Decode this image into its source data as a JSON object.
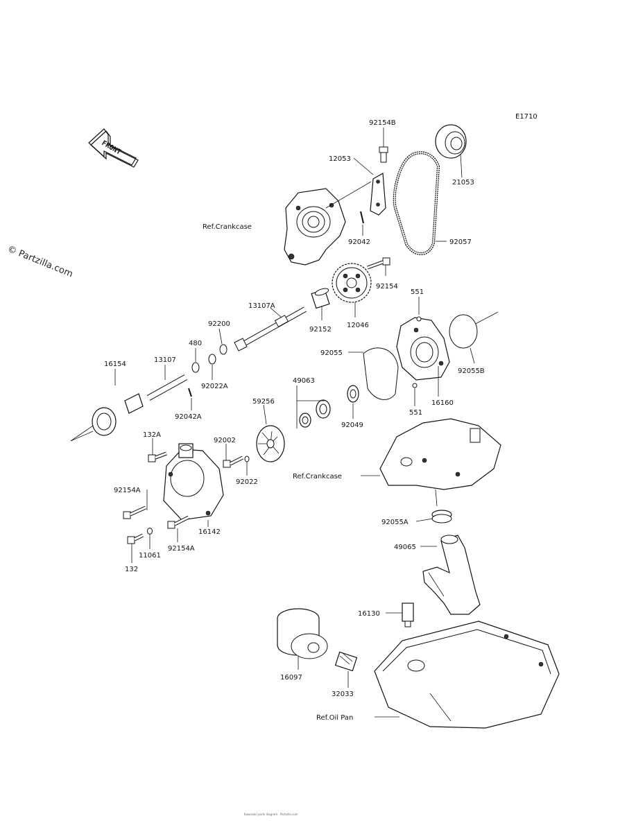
{
  "page_code": "E1710",
  "watermark": "© Partzilla.com",
  "front_arrow_label": "FRONT",
  "ref_labels": {
    "crankcase_upper": "Ref.Crankcase",
    "crankcase_lower": "Ref.Crankcase",
    "oil_pan": "Ref.Oil Pan"
  },
  "parts": {
    "p92154B": "92154B",
    "p21053": "21053",
    "p12053": "12053",
    "p92042": "92042",
    "p92057": "92057",
    "p92154": "92154",
    "p551a": "551",
    "p13107A": "13107A",
    "p92152": "92152",
    "p12046": "12046",
    "p92200": "92200",
    "p480": "480",
    "p92055": "92055",
    "p92055B": "92055B",
    "p16154": "16154",
    "p13107": "13107",
    "p92022A": "92022A",
    "p49063": "49063",
    "p16160": "16160",
    "p92042A": "92042A",
    "p59256": "59256",
    "p92049": "92049",
    "p551b": "551",
    "p132A": "132A",
    "p92002": "92002",
    "p92022": "92022",
    "p92154A_1": "92154A",
    "p16142": "16142",
    "p92055A": "92055A",
    "p11061": "11061",
    "p92154A_2": "92154A",
    "p49065": "49065",
    "p132": "132",
    "p16130": "16130",
    "p16097": "16097",
    "p32033": "32033"
  },
  "footer_text": "Kawasaki parts diagram · Partzilla.com"
}
